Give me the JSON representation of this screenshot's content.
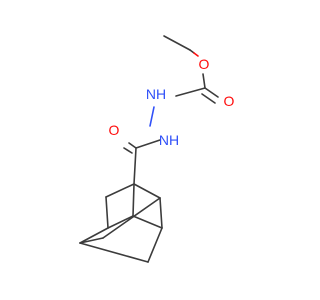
{
  "molecule": {
    "colors": {
      "carbon_bond": "#3c3c3c",
      "nitrogen": "#3050f8",
      "oxygen": "#ff0d0d",
      "background": "#ffffff"
    },
    "atoms": {
      "n_upper": {
        "element": "N",
        "label": "NH"
      },
      "n_lower": {
        "element": "N",
        "label": "NH"
      },
      "o_ester": {
        "element": "O",
        "label": "O"
      },
      "o_carbamate_carbonyl": {
        "element": "O",
        "label": "O"
      },
      "o_amide_carbonyl": {
        "element": "O",
        "label": "O"
      }
    }
  }
}
